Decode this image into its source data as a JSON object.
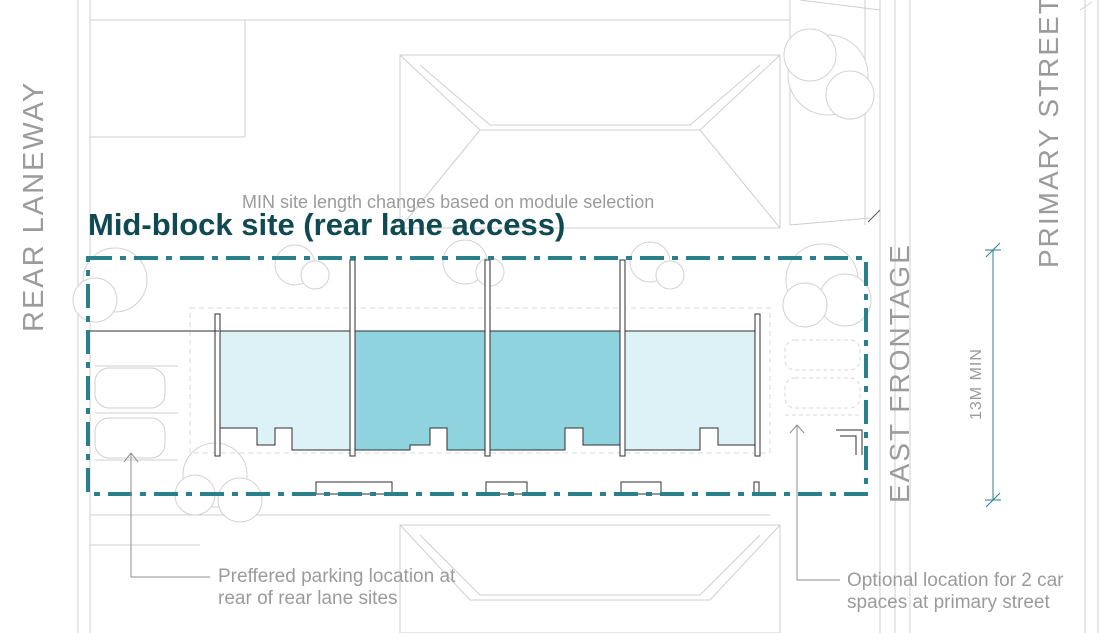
{
  "title": "Mid-block site (rear lane access)",
  "streets": {
    "rear": "REAR LANEWAY",
    "primary": "PRIMARY STREET",
    "frontage": "EAST FRONTAGE"
  },
  "dimension_label": "13M MIN",
  "annotations": {
    "min_length": "MIN site length changes based on module selection",
    "parking_line1": "Preffered parking location at",
    "parking_line2": "rear of rear lane sites",
    "optional_line1": "Optional location for 2 car",
    "optional_line2": "spaces at primary street"
  },
  "colors": {
    "site_boundary": "#2a7f8c",
    "title": "#0f4a52",
    "module_light": "#dcf2f7",
    "module_dark": "#8fd3df",
    "linework": "#c8c8c8",
    "annotation": "#9b9b9b"
  },
  "modules": [
    {
      "name": "module-1",
      "shade": "light"
    },
    {
      "name": "module-2",
      "shade": "dark"
    },
    {
      "name": "module-3",
      "shade": "dark"
    },
    {
      "name": "module-4",
      "shade": "light"
    }
  ]
}
